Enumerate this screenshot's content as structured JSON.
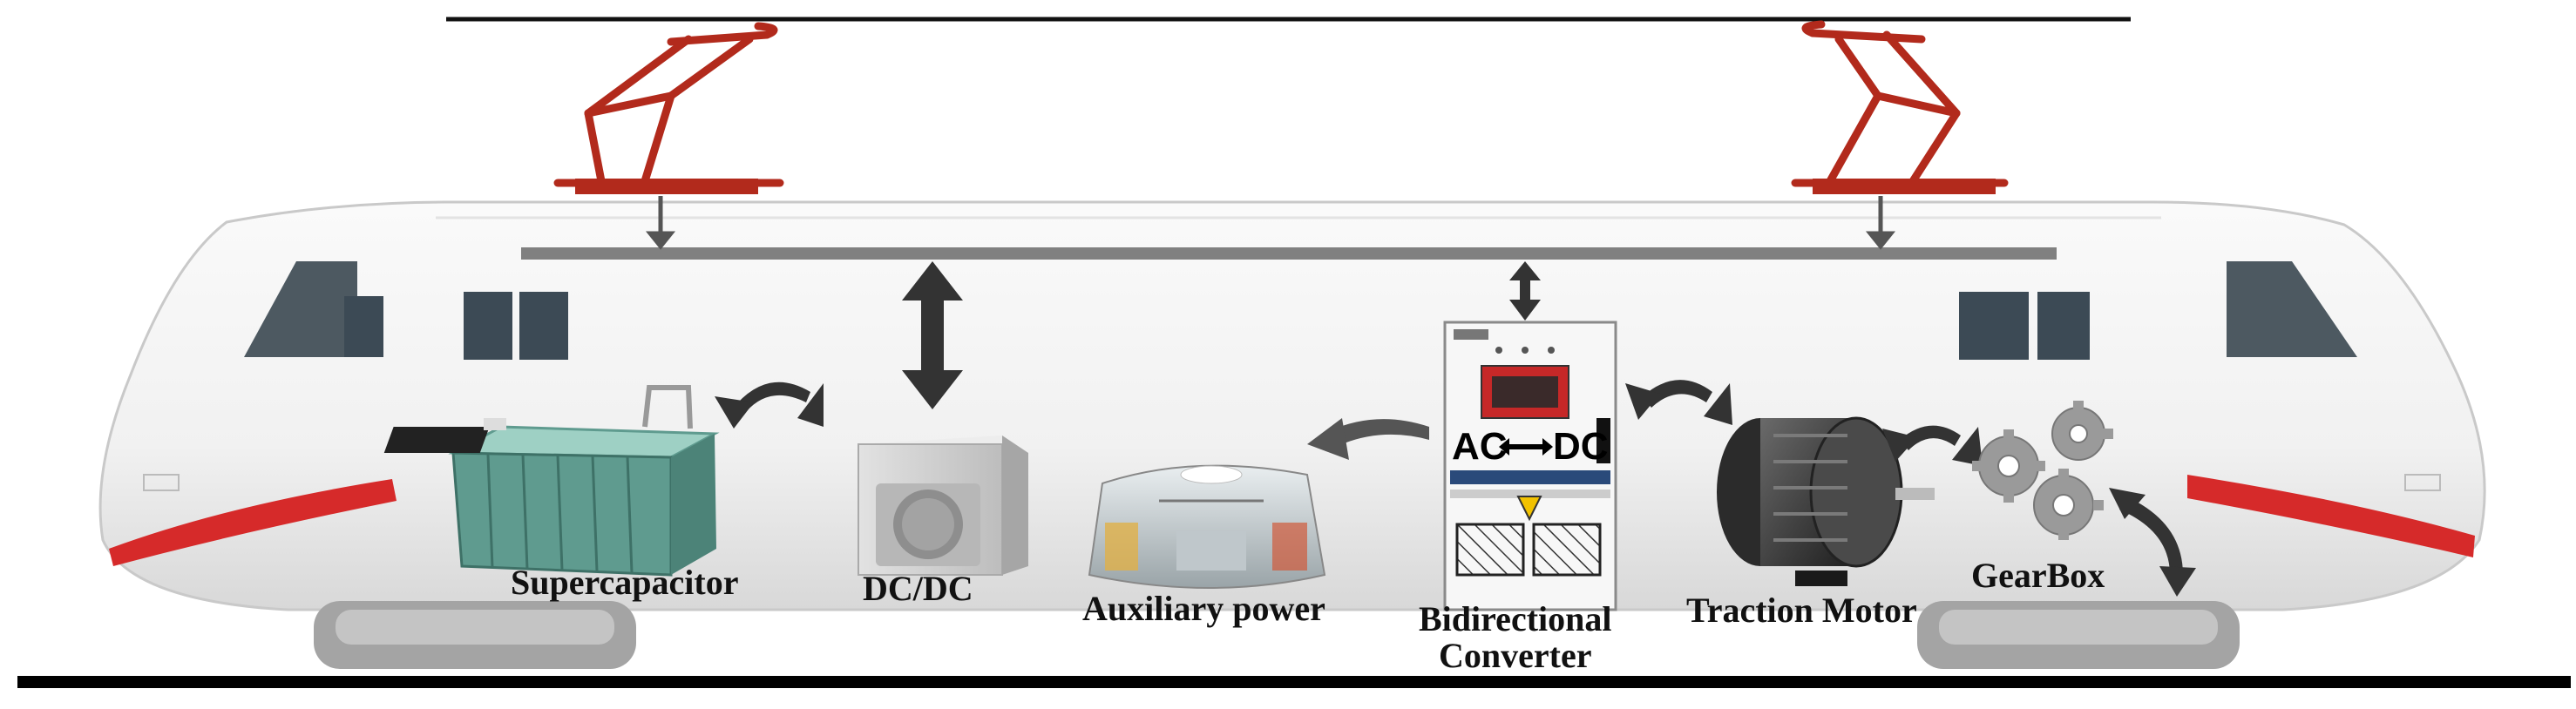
{
  "diagram": {
    "components": [
      {
        "id": "supercap",
        "label": "Supercapacitor"
      },
      {
        "id": "dcdc",
        "label": "DC/DC"
      },
      {
        "id": "aux",
        "label": "Auxiliary power"
      },
      {
        "id": "conv",
        "label_line1": "Bidirectional",
        "label_line2": "Converter"
      },
      {
        "id": "motor",
        "label": "Traction Motor"
      },
      {
        "id": "gear",
        "label": "GearBox"
      }
    ],
    "converter_display": {
      "left": "AC",
      "right": "DC"
    }
  },
  "colors": {
    "catenary": "#111111",
    "pantograph": "#b22a1c",
    "dc_bus": "#808080",
    "arrow": "#3a3a3a",
    "train_stripe": "#d62a2a",
    "window": "#3c4a55",
    "rail": "#000000",
    "supercap_cells": "#5f9b8f",
    "gear": "#9a9a9a"
  }
}
